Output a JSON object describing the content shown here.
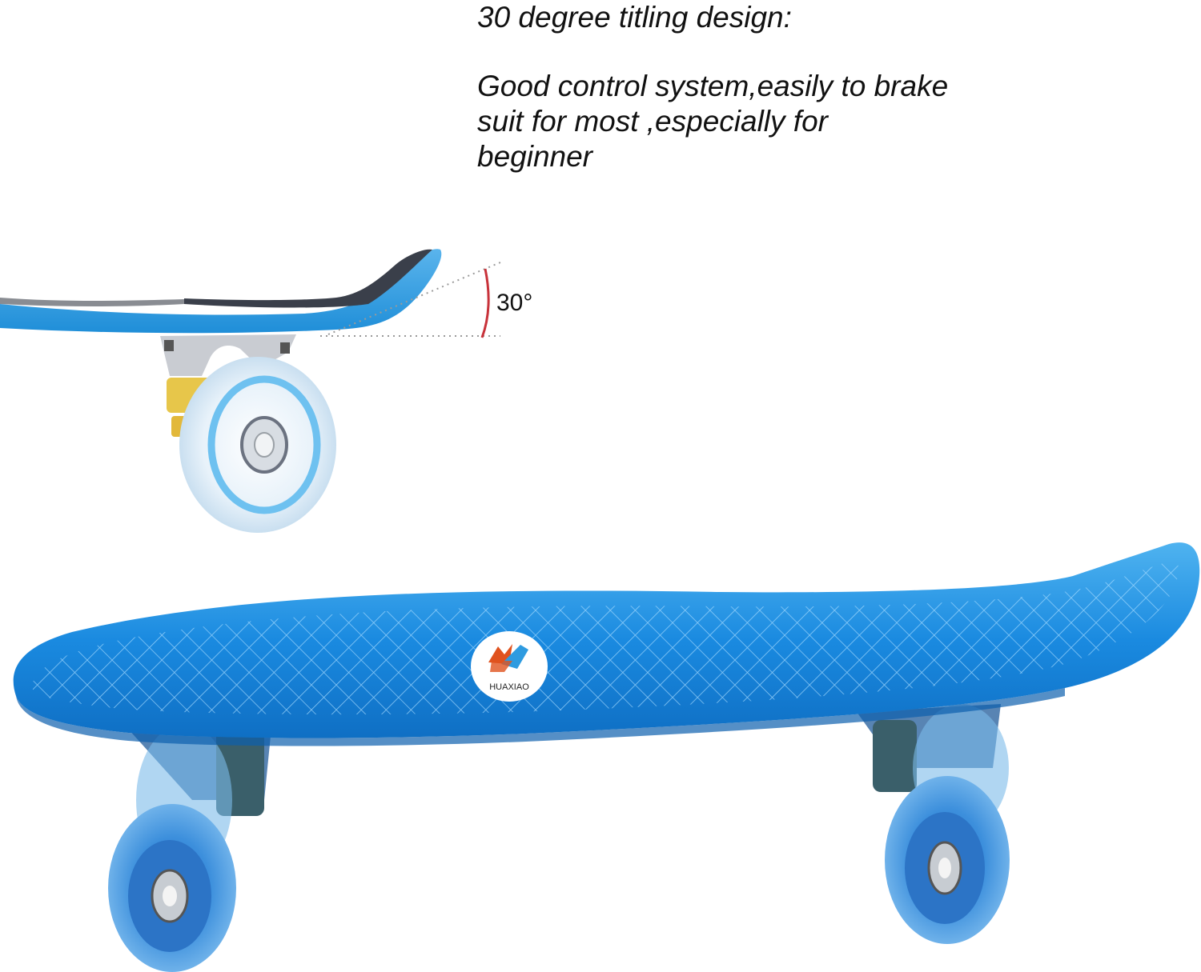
{
  "caption": {
    "title": "30 degree titling design:",
    "lines": [
      "Good control system,easily to brake",
      "suit for most ,especially for",
      "beginner"
    ]
  },
  "diagram": {
    "angle_label": "30°",
    "angle_arc_color": "#c8323a"
  },
  "product": {
    "brand": "HUAXIAO",
    "deck_color": "#1e8fe0",
    "wheel_color": "#3a8ede"
  }
}
